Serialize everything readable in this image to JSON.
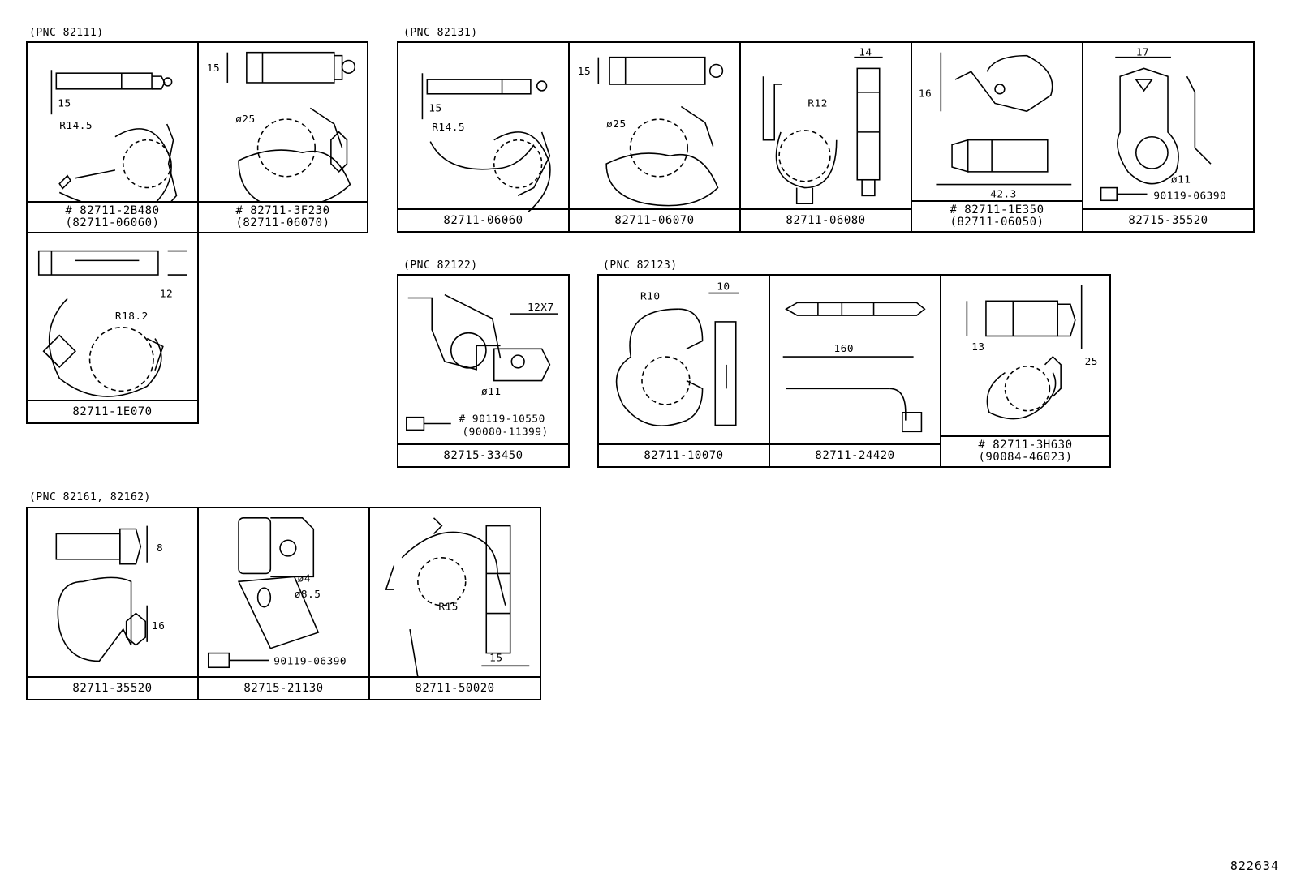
{
  "groups": {
    "g1": "(PNC 82111)",
    "g2": "(PNC 82131)",
    "g3": "(PNC 82122)",
    "g4": "(PNC 82123)",
    "g5": "(PNC 82161, 82162)"
  },
  "cells": {
    "c1": {
      "line1": "# 82711-2B480",
      "line2": "(82711-06060)",
      "dims": [
        "15",
        "R14.5"
      ]
    },
    "c2": {
      "line1": "# 82711-3F230",
      "line2": "(82711-06070)",
      "dims": [
        "15",
        "ø25"
      ]
    },
    "c3": {
      "line1": "82711-1E070",
      "dims": [
        "12",
        "R18.2"
      ]
    },
    "c4": {
      "line1": "82711-06060",
      "dims": [
        "15",
        "R14.5"
      ]
    },
    "c5": {
      "line1": "82711-06070",
      "dims": [
        "15",
        "ø25"
      ]
    },
    "c6": {
      "line1": "82711-06080",
      "dims": [
        "R12",
        "14"
      ]
    },
    "c7": {
      "line1": "# 82711-1E350",
      "line2": "(82711-06050)",
      "dims": [
        "16",
        "42.3"
      ]
    },
    "c8": {
      "line1": "82715-35520",
      "dims": [
        "17",
        "ø11",
        "90119-06390"
      ]
    },
    "c9": {
      "line1": "82715-33450",
      "dims": [
        "12X7",
        "ø11",
        "# 90119-10550",
        "(90080-11399)"
      ]
    },
    "c10": {
      "line1": "82711-10070",
      "dims": [
        "R10",
        "10"
      ]
    },
    "c11": {
      "line1": "82711-24420",
      "dims": [
        "160"
      ]
    },
    "c12": {
      "line1": "# 82711-3H630",
      "line2": "(90084-46023)",
      "dims": [
        "13",
        "25"
      ]
    },
    "c13": {
      "line1": "82711-35520",
      "dims": [
        "8",
        "16"
      ]
    },
    "c14": {
      "line1": "82715-21130",
      "dims": [
        "ø4",
        "ø8.5",
        "90119-06390"
      ]
    },
    "c15": {
      "line1": "82711-50020",
      "dims": [
        "R15",
        "15"
      ]
    }
  },
  "reference": "822634"
}
